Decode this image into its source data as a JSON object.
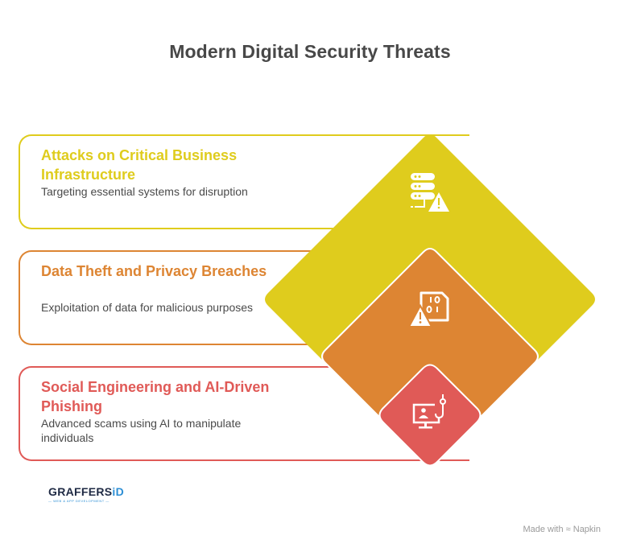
{
  "title": "Modern Digital Security Threats",
  "colors": {
    "level1": "#dfcc1d",
    "level2": "#dd8533",
    "level3": "#e05a57",
    "title": "#484848",
    "text": "#4a4a4a"
  },
  "items": [
    {
      "heading": "Attacks on Critical Business Infrastructure",
      "description": "Targeting essential systems for disruption",
      "icon": "server-warning-icon",
      "color": "#dfcc1d"
    },
    {
      "heading": "Data Theft and Privacy Breaches",
      "description": "Exploitation of data for malicious purposes",
      "icon": "binary-file-warning-icon",
      "color": "#dd8533"
    },
    {
      "heading": "Social Engineering and AI-Driven Phishing",
      "description": "Advanced scams using AI to manipulate individuals",
      "icon": "monitor-phishing-hook-icon",
      "color": "#e05a57"
    }
  ],
  "logo": {
    "brand_prefix": "GRAFFERS",
    "brand_suffix": "iD",
    "tagline": "— WEB & APP DEVELOPMENT —"
  },
  "footer": {
    "made_with": "Made with",
    "brand": "Napkin"
  }
}
